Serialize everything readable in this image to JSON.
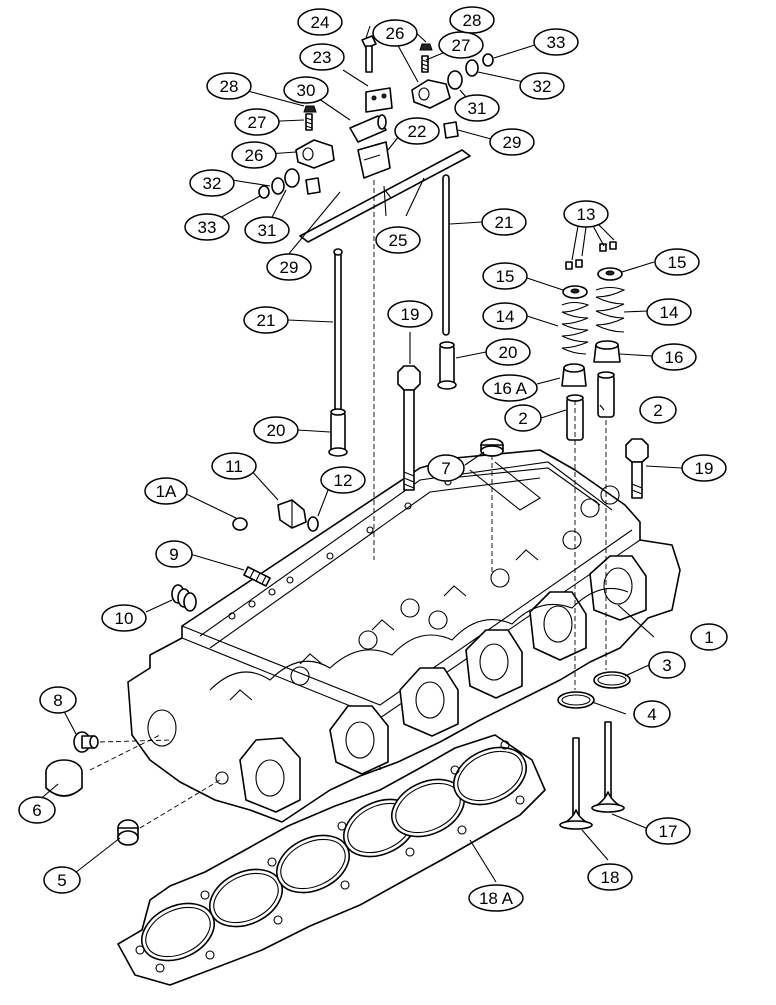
{
  "callouts": [
    "1",
    "1A",
    "2",
    "3",
    "4",
    "5",
    "6",
    "7",
    "8",
    "9",
    "10",
    "11",
    "12",
    "13",
    "14",
    "15",
    "16",
    "16 A",
    "17",
    "18",
    "18 A",
    "19",
    "20",
    "21",
    "22",
    "23",
    "24",
    "25",
    "26",
    "27",
    "28",
    "29",
    "30",
    "31",
    "32",
    "33"
  ]
}
